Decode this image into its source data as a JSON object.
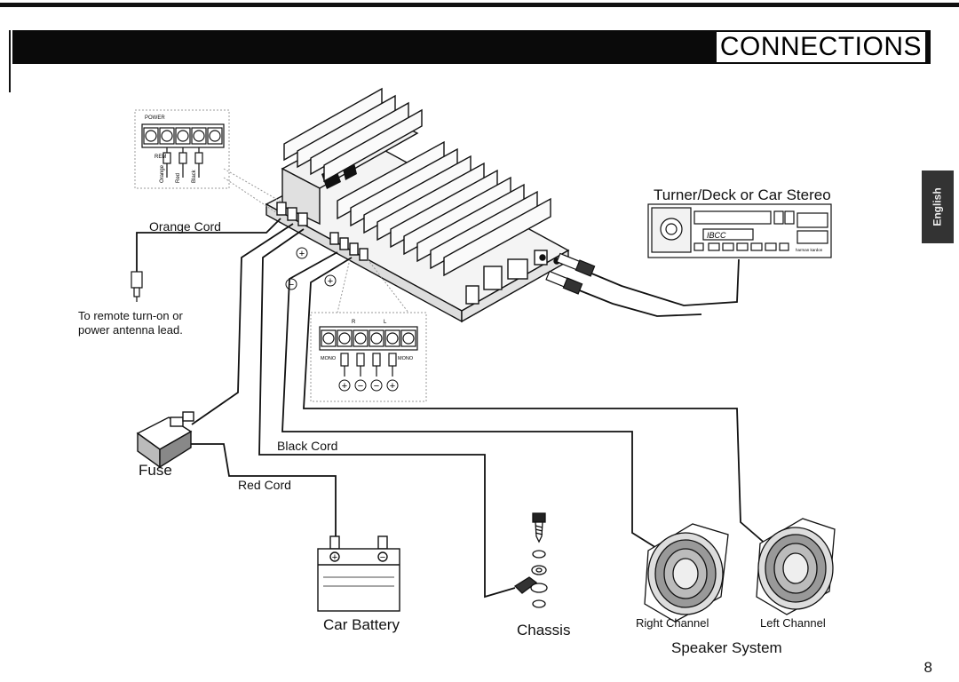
{
  "header": {
    "title": "CONNECTIONS"
  },
  "side_tab": {
    "language": "English"
  },
  "page_number": "8",
  "labels": {
    "stereo": "Turner/Deck or Car Stereo",
    "orange_cord": "Orange Cord",
    "remote_note_line1": "To remote turn-on or",
    "remote_note_line2": "power antenna lead.",
    "fuse": "Fuse",
    "black_cord": "Black Cord",
    "red_cord": "Red Cord",
    "battery": "Car Battery",
    "chassis": "Chassis",
    "right_channel": "Right Channel",
    "left_channel": "Left Channel",
    "speaker_system": "Speaker System"
  },
  "power_inset": {
    "title": "POWER",
    "wire_labels": [
      "Orange",
      "Red",
      "Black"
    ],
    "rem_label": "REM"
  },
  "speaker_inset": {
    "channel_labels": [
      "R",
      "L"
    ],
    "mono_left": "MONO",
    "mono_right": "MONO",
    "polarity": [
      "+",
      "−",
      "−",
      "+"
    ]
  },
  "stereo_unit": {
    "display_text": "IBCC",
    "brand": "harman kardon"
  },
  "battery_polarity": [
    "+",
    "−"
  ]
}
